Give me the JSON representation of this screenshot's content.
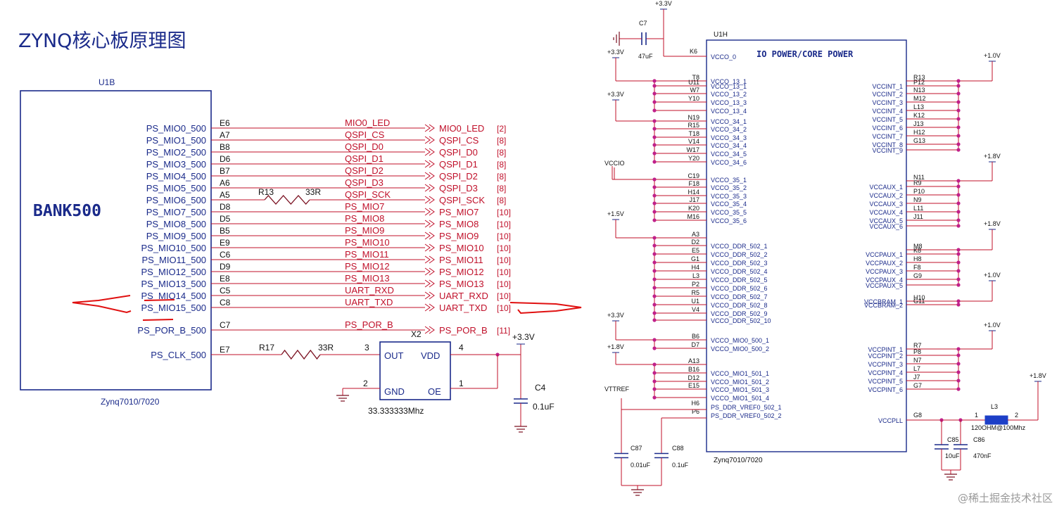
{
  "page_title": "ZYNQ核心板原理图",
  "watermark": "@稀土掘金技术社区",
  "colors": {
    "wire": "#c0102a",
    "box": "#1a2a8a",
    "text": "#1a2a8a",
    "hand": "#e01010"
  },
  "left": {
    "ref": "U1B",
    "bank": "BANK500",
    "part": "Zynq7010/7020",
    "pins": [
      {
        "name": "PS_MIO0_500",
        "ball": "E6",
        "net": "MIO0_LED",
        "port": "MIO0_LED",
        "sheet": "[2]"
      },
      {
        "name": "PS_MIO1_500",
        "ball": "A7",
        "net": "QSPI_CS",
        "port": "QSPI_CS",
        "sheet": "[8]"
      },
      {
        "name": "PS_MIO2_500",
        "ball": "B8",
        "net": "QSPI_D0",
        "port": "QSPI_D0",
        "sheet": "[8]"
      },
      {
        "name": "PS_MIO3_500",
        "ball": "D6",
        "net": "QSPI_D1",
        "port": "QSPI_D1",
        "sheet": "[8]"
      },
      {
        "name": "PS_MIO4_500",
        "ball": "B7",
        "net": "QSPI_D2",
        "port": "QSPI_D2",
        "sheet": "[8]"
      },
      {
        "name": "PS_MIO5_500",
        "ball": "A6",
        "net": "QSPI_D3",
        "port": "QSPI_D3",
        "sheet": "[8]"
      },
      {
        "name": "PS_MIO6_500",
        "ball": "A5",
        "net": "QSPI_SCK",
        "port": "QSPI_SCK",
        "sheet": "[8]"
      },
      {
        "name": "PS_MIO7_500",
        "ball": "D8",
        "net": "PS_MIO7",
        "port": "PS_MIO7",
        "sheet": "[10]"
      },
      {
        "name": "PS_MIO8_500",
        "ball": "D5",
        "net": "PS_MIO8",
        "port": "PS_MIO8",
        "sheet": "[10]"
      },
      {
        "name": "PS_MIO9_500",
        "ball": "B5",
        "net": "PS_MIO9",
        "port": "PS_MIO9",
        "sheet": "[10]"
      },
      {
        "name": "PS_MIO10_500",
        "ball": "E9",
        "net": "PS_MIO10",
        "port": "PS_MIO10",
        "sheet": "[10]"
      },
      {
        "name": "PS_MIO11_500",
        "ball": "C6",
        "net": "PS_MIO11",
        "port": "PS_MIO11",
        "sheet": "[10]"
      },
      {
        "name": "PS_MIO12_500",
        "ball": "D9",
        "net": "PS_MIO12",
        "port": "PS_MIO12",
        "sheet": "[10]"
      },
      {
        "name": "PS_MIO13_500",
        "ball": "E8",
        "net": "PS_MIO13",
        "port": "PS_MIO13",
        "sheet": "[10]"
      },
      {
        "name": "PS_MIO14_500",
        "ball": "C5",
        "net": "UART_RXD",
        "port": "UART_RXD",
        "sheet": "[10]"
      },
      {
        "name": "PS_MIO15_500",
        "ball": "C8",
        "net": "UART_TXD",
        "port": "UART_TXD",
        "sheet": "[10]"
      },
      {
        "name": "PS_POR_B_500",
        "ball": "C7",
        "net": "PS_POR_B",
        "port": "PS_POR_B",
        "sheet": "[11]"
      },
      {
        "name": "PS_CLK_500",
        "ball": "E7",
        "net": "",
        "port": "",
        "sheet": ""
      }
    ],
    "r13": {
      "ref": "R13",
      "value": "33R"
    },
    "r17": {
      "ref": "R17",
      "value": "33R"
    },
    "osc": {
      "ref": "X2",
      "out": "OUT",
      "vdd": "VDD",
      "gnd": "GND",
      "oe": "OE",
      "pin3": "3",
      "pin4": "4",
      "pin2": "2",
      "pin1": "1",
      "freq": "33.333333Mhz"
    },
    "rail": "+3.3V",
    "c4": {
      "ref": "C4",
      "value": "0.1uF"
    }
  },
  "right": {
    "ref": "U1H",
    "title": "IO POWER/CORE POWER",
    "part": "Zynq7010/7020",
    "c7": {
      "ref": "C7",
      "value": "47uF"
    },
    "vcc0_rail": "+3.3V",
    "left_groups": [
      {
        "rail": "+3.3V",
        "pins": [
          [
            "K6",
            "VCCO_0"
          ]
        ]
      },
      {
        "rail": "+3.3V",
        "pins": [
          [
            "T8",
            "VCCO_13_1"
          ],
          [
            "U11",
            "VCCO_13_1"
          ],
          [
            "W7",
            "VCCO_13_2"
          ],
          [
            "Y10",
            "VCCO_13_3"
          ],
          [
            "",
            "VCCO_13_4"
          ]
        ]
      },
      {
        "rail": "+3.3V",
        "pins": [
          [
            "N19",
            "VCCO_34_1"
          ],
          [
            "R15",
            "VCCO_34_2"
          ],
          [
            "T18",
            "VCCO_34_3"
          ],
          [
            "V14",
            "VCCO_34_4"
          ],
          [
            "W17",
            "VCCO_34_5"
          ],
          [
            "Y20",
            "VCCO_34_6"
          ]
        ]
      },
      {
        "rail": "VCCIO",
        "pins": [
          [
            "C19",
            "VCCO_35_1"
          ],
          [
            "F18",
            "VCCO_35_2"
          ],
          [
            "H14",
            "VCCO_35_3"
          ],
          [
            "J17",
            "VCCO_35_4"
          ],
          [
            "K20",
            "VCCO_35_5"
          ],
          [
            "M16",
            "VCCO_35_6"
          ]
        ]
      },
      {
        "rail": "+1.5V",
        "pins": [
          [
            "A3",
            ""
          ],
          [
            "D2",
            "VCCO_DDR_502_1"
          ],
          [
            "E5",
            "VCCO_DDR_502_2"
          ],
          [
            "G1",
            "VCCO_DDR_502_3"
          ],
          [
            "H4",
            "VCCO_DDR_502_4"
          ],
          [
            "L3",
            "VCCO_DDR_502_5"
          ],
          [
            "P2",
            "VCCO_DDR_502_6"
          ],
          [
            "R5",
            "VCCO_DDR_502_7"
          ],
          [
            "U1",
            "VCCO_DDR_502_8"
          ],
          [
            "V4",
            "VCCO_DDR_502_9"
          ],
          [
            "",
            "VCCO_DDR_502_10"
          ]
        ]
      },
      {
        "rail": "+3.3V",
        "pins": [
          [
            "B6",
            "VCCO_MIO0_500_1"
          ],
          [
            "D7",
            "VCCO_MIO0_500_2"
          ]
        ]
      },
      {
        "rail": "+1.8V",
        "pins": [
          [
            "A13",
            ""
          ],
          [
            "B16",
            "VCCO_MIO1_501_1"
          ],
          [
            "D12",
            "VCCO_MIO1_501_2"
          ],
          [
            "E15",
            "VCCO_MIO1_501_3"
          ],
          [
            "",
            "VCCO_MIO1_501_4"
          ]
        ]
      },
      {
        "rail": "VTTREF",
        "pins": [
          [
            "H6",
            "PS_DDR_VREF0_502_1"
          ],
          [
            "P6",
            "PS_DDR_VREF0_502_2"
          ]
        ]
      }
    ],
    "right_groups": [
      {
        "rail": "+1.0V",
        "pins": [
          [
            "R13",
            ""
          ],
          [
            "P12",
            "VCCINT_1"
          ],
          [
            "N13",
            "VCCINT_2"
          ],
          [
            "M12",
            "VCCINT_3"
          ],
          [
            "L13",
            "VCCINT_4"
          ],
          [
            "K12",
            "VCCINT_5"
          ],
          [
            "J13",
            "VCCINT_6"
          ],
          [
            "H12",
            "VCCINT_7"
          ],
          [
            "G13",
            "VCCINT_8"
          ],
          [
            "",
            "VCCINT_9"
          ]
        ]
      },
      {
        "rail": "+1.8V",
        "pins": [
          [
            "N11",
            ""
          ],
          [
            "R9",
            "VCCAUX_1"
          ],
          [
            "P10",
            "VCCAUX_2"
          ],
          [
            "N9",
            "VCCAUX_3"
          ],
          [
            "L11",
            "VCCAUX_4"
          ],
          [
            "J11",
            "VCCAUX_5"
          ],
          [
            "",
            "VCCAUX_6"
          ]
        ]
      },
      {
        "rail": "+1.8V",
        "pins": [
          [
            "M8",
            ""
          ],
          [
            "K8",
            "VCCPAUX_1"
          ],
          [
            "H8",
            "VCCPAUX_2"
          ],
          [
            "F8",
            "VCCPAUX_3"
          ],
          [
            "G9",
            "VCCPAUX_4"
          ],
          [
            "",
            "VCCPAUX_5"
          ]
        ]
      },
      {
        "rail": "+1.0V",
        "pins": [
          [
            "H10",
            "VCCBRAM_1"
          ],
          [
            "G11",
            "VCCBRAM_2"
          ]
        ]
      },
      {
        "rail": "+1.0V",
        "pins": [
          [
            "R7",
            "VCCPINT_1"
          ],
          [
            "P8",
            "VCCPINT_2"
          ],
          [
            "N7",
            "VCCPINT_3"
          ],
          [
            "L7",
            "VCCPINT_4"
          ],
          [
            "J7",
            "VCCPINT_5"
          ],
          [
            "G7",
            "VCCPINT_6"
          ]
        ]
      }
    ],
    "vccpll": {
      "pin": "G8",
      "name": "VCCPLL"
    },
    "l3": {
      "ref": "L3",
      "value": "120OHM@100Mhz",
      "p1": "1",
      "p2": "2"
    },
    "pll_rail": "+1.8V",
    "c85": {
      "ref": "C85",
      "value": "10uF"
    },
    "c86": {
      "ref": "C86",
      "value": "470nF"
    },
    "c87": {
      "ref": "C87",
      "value": "0.01uF"
    },
    "c88": {
      "ref": "C88",
      "value": "0.1uF"
    }
  }
}
